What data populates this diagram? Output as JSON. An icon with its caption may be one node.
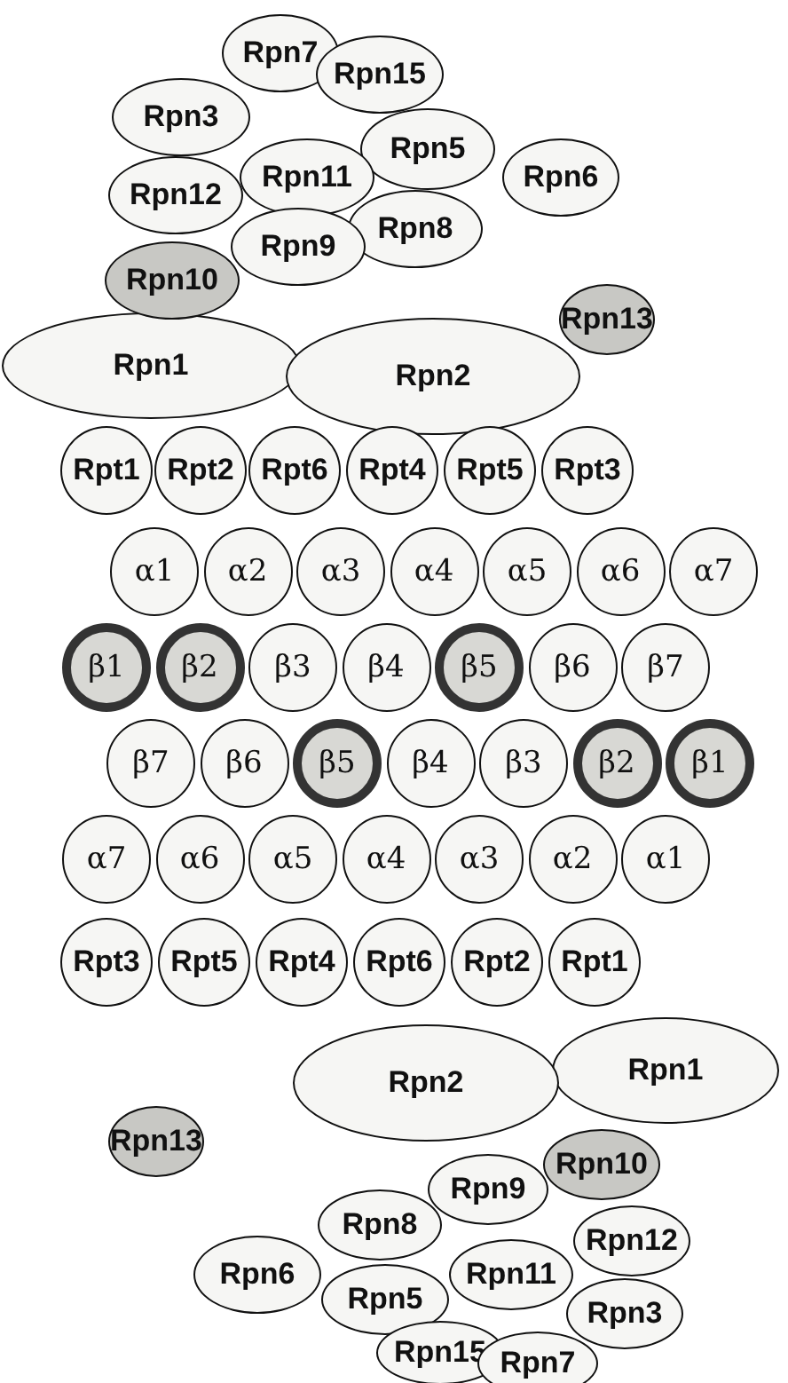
{
  "diagram": {
    "nodes": [
      {
        "text": [
          "Rpn7"
        ]
      },
      {
        "text": [
          "Rpn15"
        ]
      },
      {
        "text": [
          "Rpn3"
        ]
      },
      {
        "text": [
          "Rpn5"
        ]
      },
      {
        "text": [
          "Rpn11"
        ]
      },
      {
        "text": [
          "Rpn6"
        ]
      },
      {
        "text": [
          "Rpn12"
        ]
      },
      {
        "text": [
          "Rpn8"
        ]
      },
      {
        "text": [
          "Rpn9"
        ]
      },
      {
        "text": [
          "Rpn10"
        ]
      },
      {
        "text": [
          "Rpn13"
        ]
      },
      {
        "text": [
          "Rpn1"
        ]
      },
      {
        "text": [
          "Rpn2"
        ]
      },
      {
        "text": [
          "Rpt1"
        ]
      },
      {
        "text": [
          "Rpt2"
        ]
      },
      {
        "text": [
          "Rpt6"
        ]
      },
      {
        "text": [
          "Rpt4"
        ]
      },
      {
        "text": [
          "Rpt5"
        ]
      },
      {
        "text": [
          "Rpt3"
        ]
      },
      {
        "text": [
          "α1"
        ]
      },
      {
        "text": [
          "α2"
        ]
      },
      {
        "text": [
          "α3"
        ]
      },
      {
        "text": [
          "α4"
        ]
      },
      {
        "text": [
          "α5"
        ]
      },
      {
        "text": [
          "α6"
        ]
      },
      {
        "text": [
          "α7"
        ]
      },
      {
        "text": [
          "β1"
        ]
      },
      {
        "text": [
          "β2"
        ]
      },
      {
        "text": [
          "β3"
        ]
      },
      {
        "text": [
          "β4"
        ]
      },
      {
        "text": [
          "β5"
        ]
      },
      {
        "text": [
          "β6"
        ]
      },
      {
        "text": [
          "β7"
        ]
      },
      {
        "text": [
          "β7"
        ]
      },
      {
        "text": [
          "β6"
        ]
      },
      {
        "text": [
          "β5"
        ]
      },
      {
        "text": [
          "β4"
        ]
      },
      {
        "text": [
          "β3"
        ]
      },
      {
        "text": [
          "β2"
        ]
      },
      {
        "text": [
          "β1"
        ]
      },
      {
        "text": [
          "α7"
        ]
      },
      {
        "text": [
          "α6"
        ]
      },
      {
        "text": [
          "α5"
        ]
      },
      {
        "text": [
          "α4"
        ]
      },
      {
        "text": [
          "α3"
        ]
      },
      {
        "text": [
          "α2"
        ]
      },
      {
        "text": [
          "α1"
        ]
      },
      {
        "text": [
          "Rpt3"
        ]
      },
      {
        "text": [
          "Rpt5"
        ]
      },
      {
        "text": [
          "Rpt4"
        ]
      },
      {
        "text": [
          "Rpt6"
        ]
      },
      {
        "text": [
          "Rpt2"
        ]
      },
      {
        "text": [
          "Rpt1"
        ]
      },
      {
        "text": [
          "Rpn1"
        ]
      },
      {
        "text": [
          "Rpn2"
        ]
      },
      {
        "text": [
          "Rpn13"
        ]
      },
      {
        "text": [
          "Rpn10"
        ]
      },
      {
        "text": [
          "Rpn9"
        ]
      },
      {
        "text": [
          "Rpn8"
        ]
      },
      {
        "text": [
          "Rpn12"
        ]
      },
      {
        "text": [
          "Rpn6"
        ]
      },
      {
        "text": [
          "Rpn11"
        ]
      },
      {
        "text": [
          "Rpn5"
        ]
      },
      {
        "text": [
          "Rpn3"
        ]
      },
      {
        "text": [
          "Rpn15"
        ]
      },
      {
        "text": [
          "Rpn7"
        ]
      }
    ]
  }
}
